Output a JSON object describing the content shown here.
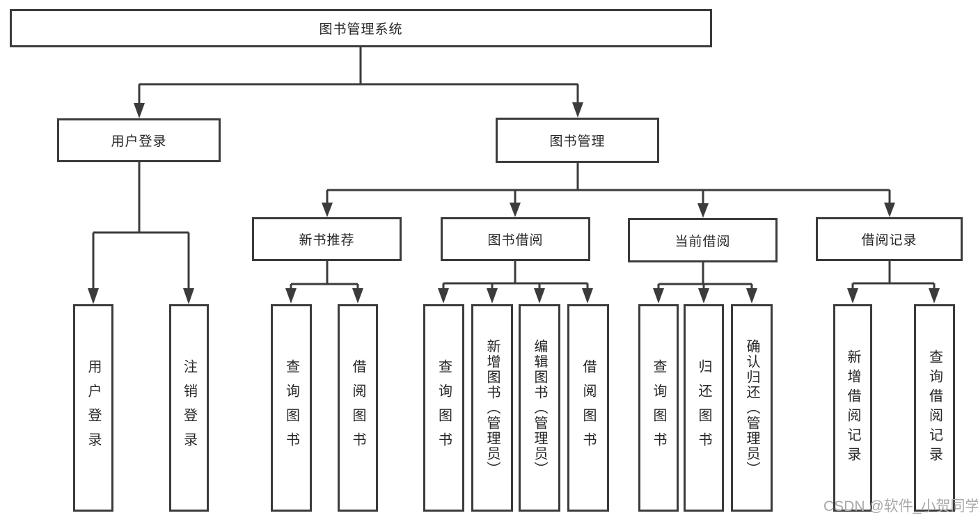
{
  "diagram": {
    "root": {
      "label": "图书管理系统"
    },
    "level1": [
      {
        "label": "用户登录"
      },
      {
        "label": "图书管理"
      }
    ],
    "level2": [
      {
        "label": "新书推荐"
      },
      {
        "label": "图书借阅"
      },
      {
        "label": "当前借阅"
      },
      {
        "label": "借阅记录"
      }
    ],
    "leaves": [
      {
        "label": "用户登录"
      },
      {
        "label": "注销登录"
      },
      {
        "label": "查询图书"
      },
      {
        "label": "借阅图书"
      },
      {
        "label": "查询图书"
      },
      {
        "label": "新增图书（管理员）"
      },
      {
        "label": "编辑图书（管理员）"
      },
      {
        "label": "借阅图书"
      },
      {
        "label": "查询图书"
      },
      {
        "label": "归还图书"
      },
      {
        "label": "确认归还（管理员）"
      },
      {
        "label": "新增借阅记录"
      },
      {
        "label": "查询借阅记录"
      }
    ],
    "watermark": "CSDN @软件_小贺同学",
    "colors": {
      "line": "#3b3b3b",
      "text": "#262626",
      "background": "#ffffff",
      "watermark": "#a8a8a8"
    }
  }
}
